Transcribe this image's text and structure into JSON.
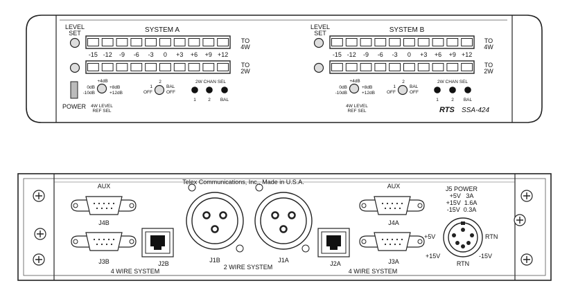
{
  "front_panel": {
    "level_set": [
      "LEVEL",
      "SET"
    ],
    "power_label": "POWER",
    "system_a": "SYSTEM A",
    "system_b": "SYSTEM B",
    "to_4w": [
      "TO",
      "4W"
    ],
    "to_2w": [
      "TO",
      "2W"
    ],
    "meter_scale": [
      "-15",
      "-12",
      "-9",
      "-6",
      "-3",
      "0",
      "+3",
      "+6",
      "+9",
      "+12"
    ],
    "ref_sel_values": [
      "+4dB",
      "0dB",
      "+8dB",
      "-10dB",
      "+12dB"
    ],
    "ref_sel_label": [
      "4W LEVEL",
      "REF SEL"
    ],
    "bal_switch": [
      "2",
      "1",
      "BAL",
      "OFF",
      "OFF"
    ],
    "chan_sel_title": "2W CHAN SEL",
    "chan_sel_labels": [
      "1",
      "2",
      "BAL"
    ],
    "brand": "RTS",
    "model": "SSA-424"
  },
  "rear_panel": {
    "maker": "Telex Communications, Inc., Made in U.S.A.",
    "aux_left": "AUX",
    "aux_right": "AUX",
    "j4b": "J4B",
    "j3b": "J3B",
    "j2b": "J2B",
    "j1b": "J1B",
    "j1a": "J1A",
    "j2a": "J2A",
    "j4a": "J4A",
    "j3a": "J3A",
    "four_wire_left": "4 WIRE SYSTEM",
    "two_wire": "2 WIRE SYSTEM",
    "four_wire_right": "4 WIRE SYSTEM",
    "power_title": "J5 POWER",
    "power_lines": [
      "+5V   3A",
      "+15V  1.6A",
      "-15V  0.3A"
    ],
    "pin_5v": "+5V",
    "pin_rtn_right": "RTN",
    "pin_15v": "+15V",
    "pin_rtn_bottom": "RTN",
    "pin_neg15v": "-15V"
  }
}
